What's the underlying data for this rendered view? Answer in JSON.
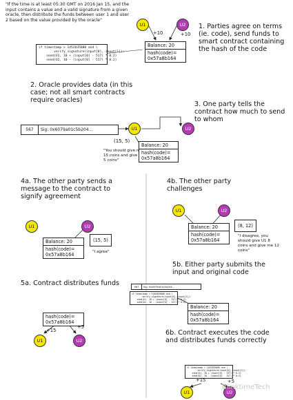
{
  "step1": {
    "condition_text": "\"If the time is at least 05:30 GMT on 2016 Jan 15, and the input contains a value and a valid signature from a given oracle, then distribute the funds between user 1 and user 2 based on the value provided by the oracle\"",
    "code_lines": [
      "if timestamp > 1452835800 and \\",
      "        verify_signature(input[0], input[1]):",
      "    send(U1, 10 + (input[0] - 517) * 0.2)",
      "    send(U2, 10 - (input[0] - 517) * 0.2)"
    ],
    "amount_u1": "+10",
    "amount_u2": "+10",
    "balance": "Balance: 20",
    "hash_label": "hash(code)=",
    "hash_value": "0x57a8b164",
    "title": "1. Parties agree on terms (ie. code), send funds to smart contract containing the hash of the code"
  },
  "step2": {
    "title": "2. Oracle provides data (in this case; not all smart contracts require oracles)",
    "oracle_value": "567",
    "oracle_sig": "Sig: 0x6079a01c5b204..."
  },
  "step3": {
    "title": "3. One party tells the contract how much to send to whom",
    "message": "(15, 5)",
    "quote": "\"You should give me 15 coins and give U2 5 coins\"",
    "balance": "Balance: 20",
    "hash_label": "hash(code)=",
    "hash_value": "0x57a8b164"
  },
  "step4a": {
    "title": "4a. The other party sends a message to the contract to signify agreement",
    "message": "(15, 5)",
    "quote": "\"I agree\"",
    "balance": "Balance: 20",
    "hash_label": "hash(code)=",
    "hash_value": "0x57a8b164"
  },
  "step4b": {
    "title": "4b. The other party challenges",
    "message": "(8, 12)",
    "quote": "\"I disagree, you should give U1 8 coins and give me 12 coins\"",
    "balance": "Balance: 20",
    "hash_label": "hash(code)=",
    "hash_value": "0x57a8b164"
  },
  "step5a": {
    "title": "5a. Contract distributes funds",
    "hash_label": "hash(code)=",
    "hash_value": "0x57a8b164",
    "amount_u1": "+15",
    "amount_u2": "+5"
  },
  "step5b": {
    "title": "5b. Either party submits the input and original code",
    "oracle_value": "567",
    "oracle_sig": "Sig: 0x6079a01c5b204...",
    "balance": "Balance: 20",
    "hash_label": "hash(code)=",
    "hash_value": "0x57a8b164"
  },
  "step6b": {
    "title": "6b. Contract executes the code and distributes funds correctly",
    "amount_u1": "+15",
    "amount_u2": "+5"
  },
  "labels": {
    "u1": "U1",
    "u2": "U2"
  },
  "watermark": "BlinktimeTech",
  "colors": {
    "u1": "#f5e800",
    "u2": "#b43bb4"
  }
}
